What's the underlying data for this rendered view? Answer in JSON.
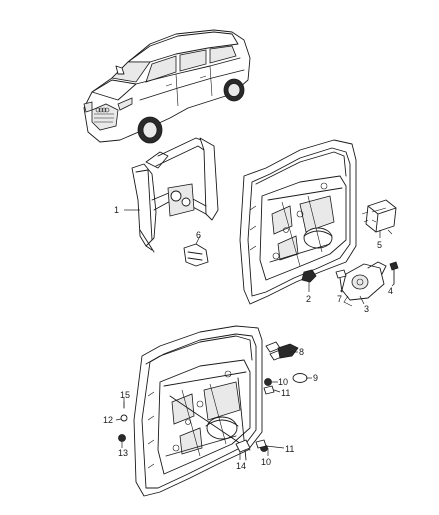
{
  "callouts": [
    {
      "id": "c1",
      "text": "1"
    },
    {
      "id": "c2",
      "text": "2"
    },
    {
      "id": "c3",
      "text": "3"
    },
    {
      "id": "c4",
      "text": "4"
    },
    {
      "id": "c5",
      "text": "5"
    },
    {
      "id": "c6",
      "text": "6"
    },
    {
      "id": "c7",
      "text": "7"
    },
    {
      "id": "c8",
      "text": "8"
    },
    {
      "id": "c9",
      "text": "9"
    },
    {
      "id": "c10a",
      "text": "10"
    },
    {
      "id": "c11a",
      "text": "11"
    },
    {
      "id": "c10b",
      "text": "10"
    },
    {
      "id": "c11b",
      "text": "11"
    },
    {
      "id": "c12",
      "text": "12"
    },
    {
      "id": "c13",
      "text": "13"
    },
    {
      "id": "c14",
      "text": "14"
    },
    {
      "id": "c15",
      "text": "15"
    }
  ]
}
